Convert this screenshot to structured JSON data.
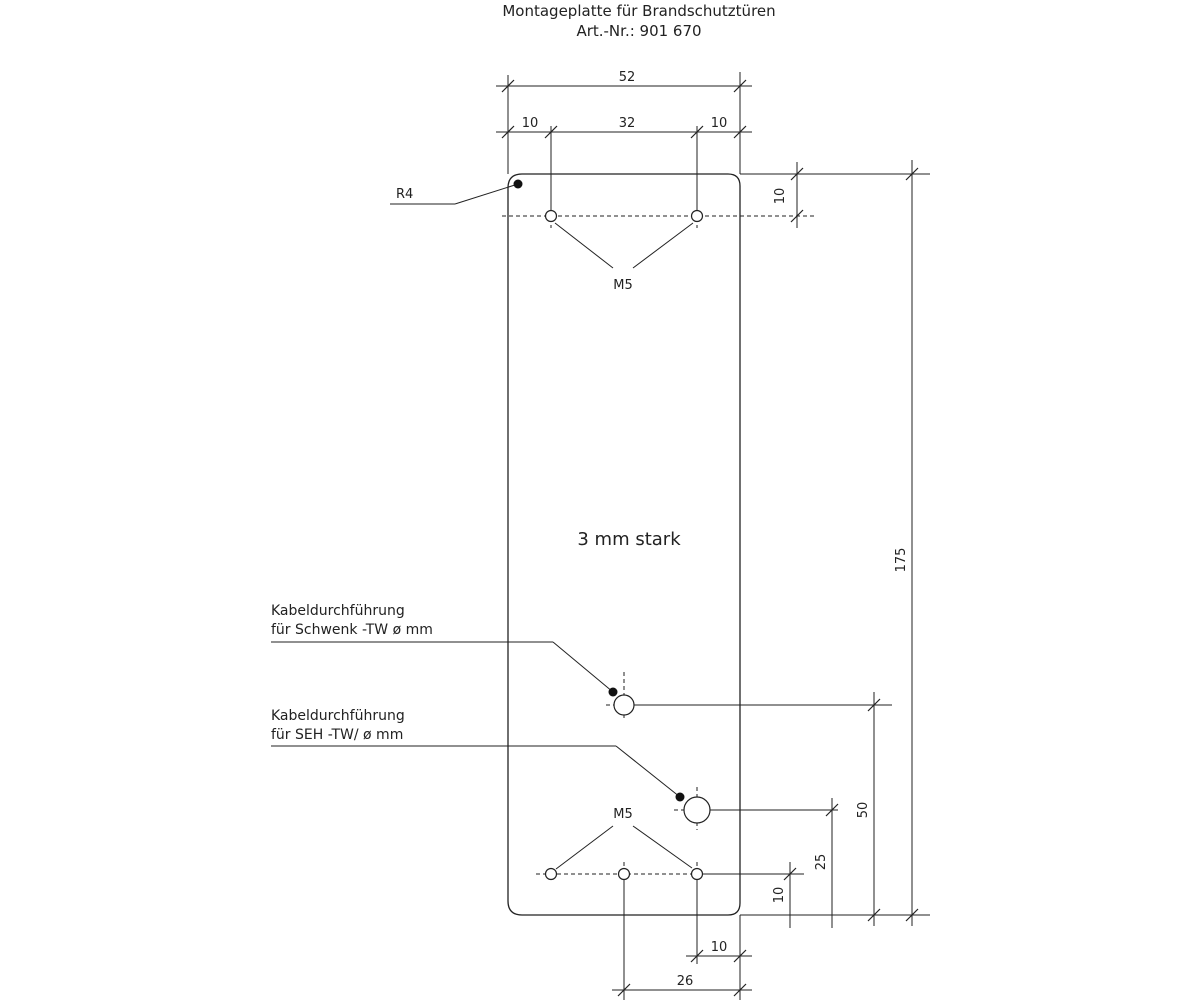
{
  "title": {
    "line1": "Montageplatte für Brandschutztüren",
    "line2": "Art.-Nr.: 901 670"
  },
  "plate": {
    "label": "3 mm stark",
    "corner_radius_label": "R4"
  },
  "holes": {
    "top_label": "M5",
    "bottom_label": "M5"
  },
  "cable_entries": {
    "schwenk": {
      "line1": "Kabeldurchführung",
      "line2": "für Schwenk -TW ø mm"
    },
    "seh": {
      "line1": "Kabeldurchführung",
      "line2": "für SEH -TW/ ø mm"
    }
  },
  "dimensions": {
    "width_total": "52",
    "top_left_offset": "10",
    "top_hole_spacing": "32",
    "top_right_offset": "10",
    "top_hole_depth": "10",
    "height_total": "175",
    "schwenk_height": "50",
    "seh_height": "25",
    "bottom_hole_height": "10",
    "bottom_right_offset": "10",
    "bottom_spacing": "26"
  }
}
